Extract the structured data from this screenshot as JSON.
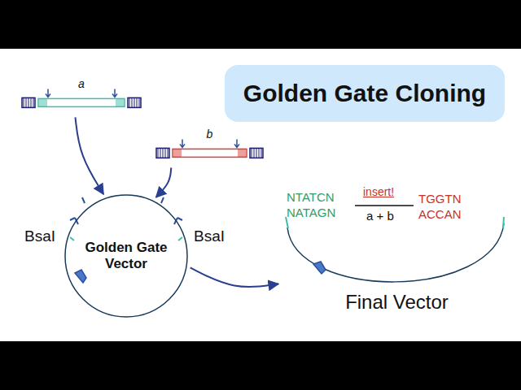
{
  "diagram": {
    "title": "Golden Gate Cloning",
    "nodes": [
      {
        "text": [
          "a"
        ]
      },
      {
        "text": [
          "b"
        ]
      },
      {
        "text": [
          "Golden Gate Vector"
        ]
      },
      {
        "text": [
          "Final Vector"
        ]
      }
    ],
    "edges": [
      {
        "from": 0,
        "to": 2,
        "arrow": "to"
      },
      {
        "from": 1,
        "to": 2,
        "arrow": "to"
      },
      {
        "from": 2,
        "to": 3,
        "arrow": "to"
      }
    ],
    "labels": [
      "BsaI",
      "BsaI",
      "NTATCN",
      "NATAGN",
      "insert!",
      "a + b",
      "TGGTN",
      "ACCAN"
    ]
  }
}
